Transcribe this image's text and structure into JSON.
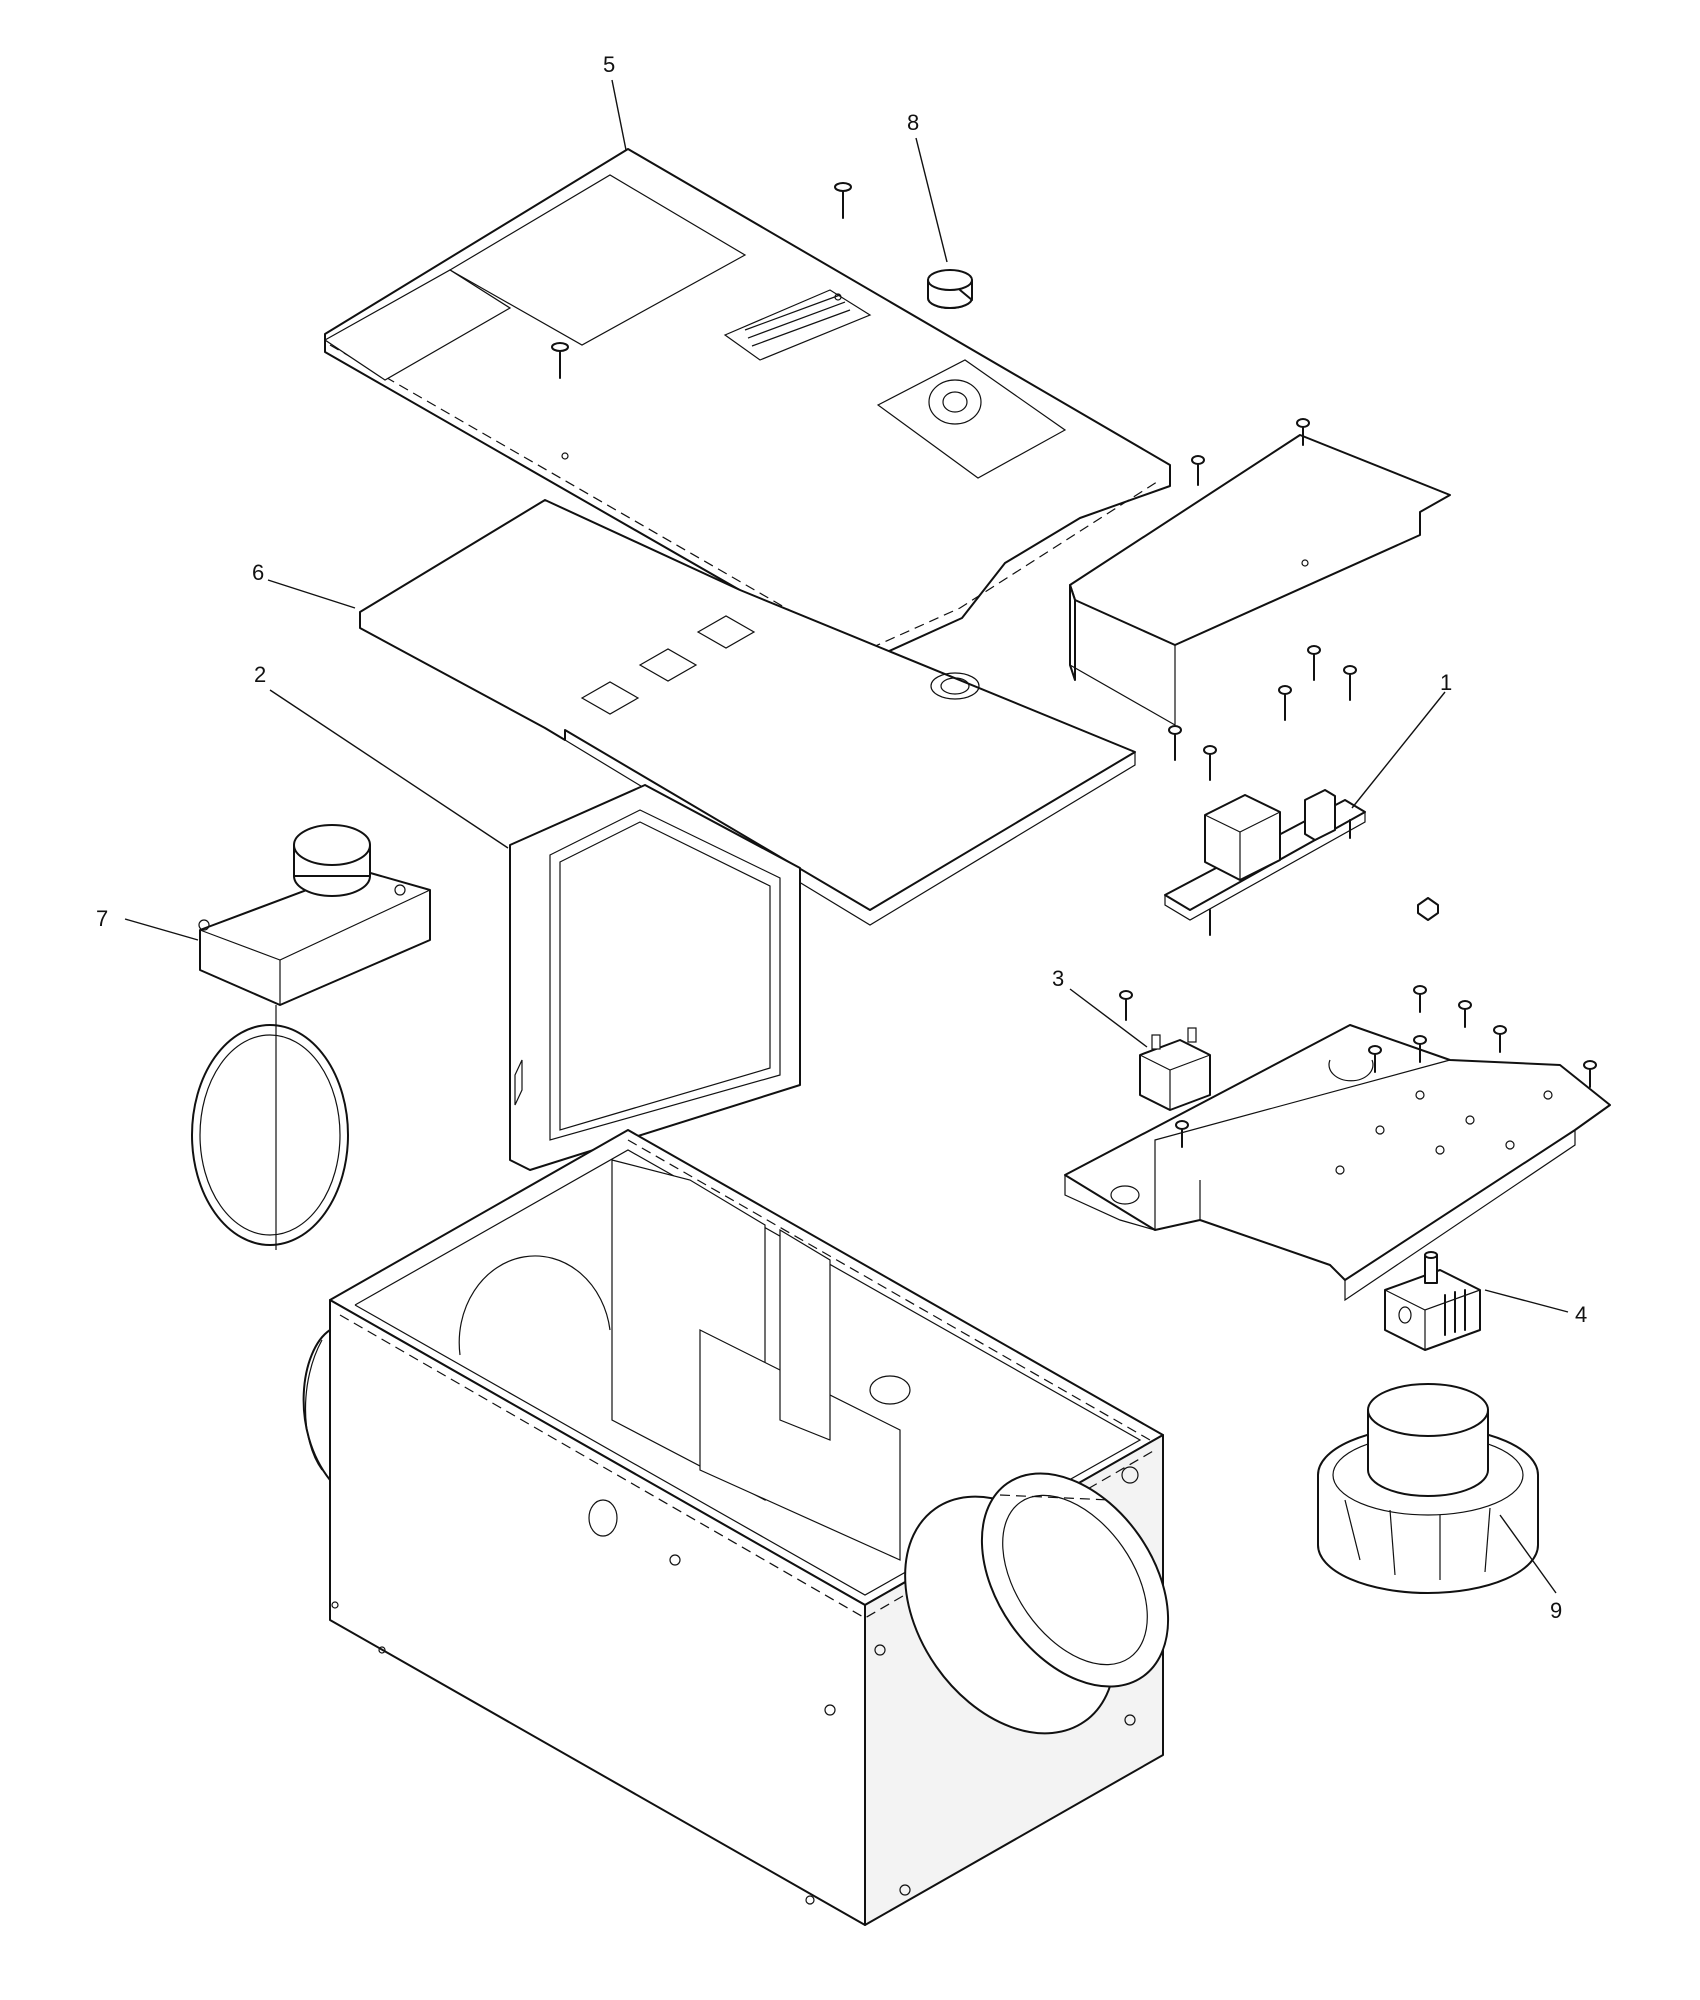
{
  "callouts": [
    {
      "id": "pcb-assembly",
      "label": "1"
    },
    {
      "id": "front-grille",
      "label": "2"
    },
    {
      "id": "capacitor",
      "label": "3"
    },
    {
      "id": "speed-control",
      "label": "4"
    },
    {
      "id": "top-cover",
      "label": "5"
    },
    {
      "id": "filter-plate",
      "label": "6"
    },
    {
      "id": "damper-motor",
      "label": "7"
    },
    {
      "id": "control-knob",
      "label": "8"
    },
    {
      "id": "blower-wheel",
      "label": "9"
    }
  ],
  "colors": {
    "line": "#111111",
    "panel": "#ffffff",
    "shade": "#f3f3f3"
  }
}
